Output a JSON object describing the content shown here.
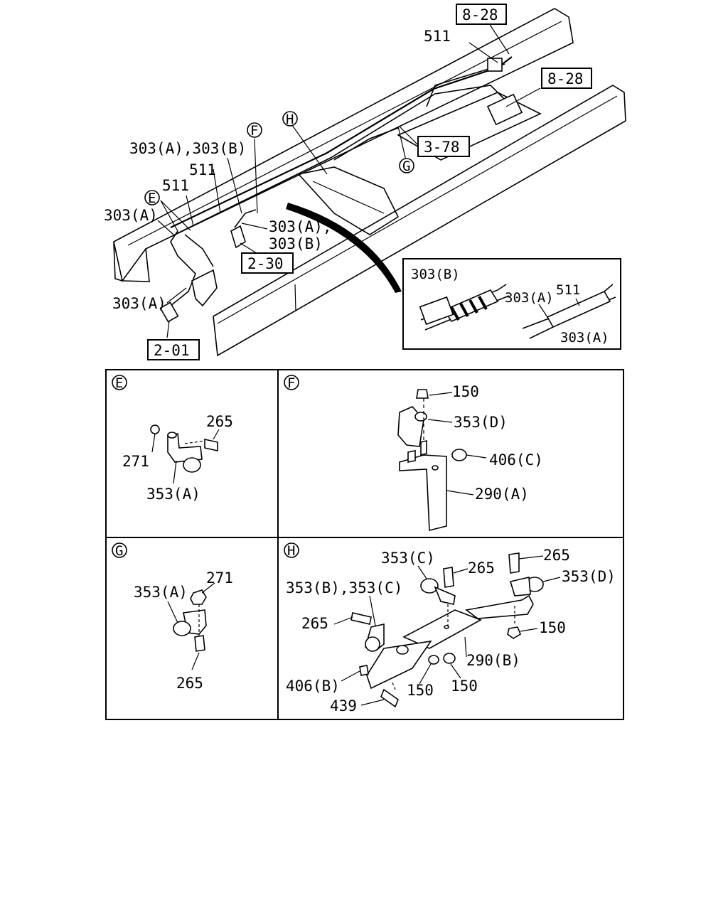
{
  "overview": {
    "ref_8_28_top": "8-28",
    "ref_8_28_right": "8-28",
    "ref_3_78": "3-78",
    "ref_2_30": "2-30",
    "ref_2_01": "2-01",
    "label_511_top": "511",
    "label_511_mid": "511",
    "label_511_left": "511",
    "label_303ab_top": "303(A),303(B)",
    "label_303a_left": "303(A)",
    "label_303a_right": "303(A),",
    "label_303b_right": "303(B)",
    "label_303a_bottom": "303(A)",
    "callout_E": "E",
    "callout_F": "F",
    "callout_G": "G",
    "callout_H": "H"
  },
  "inset": {
    "label_303b": "303(B)",
    "label_511": "511",
    "label_303a_upper": "303(A)",
    "label_303a_lower": "303(A)"
  },
  "panels": {
    "E": {
      "letter": "E",
      "labels": {
        "p265": "265",
        "p271": "271",
        "p353a": "353(A)"
      }
    },
    "F": {
      "letter": "F",
      "labels": {
        "p150": "150",
        "p353d": "353(D)",
        "p406c": "406(C)",
        "p290a": "290(A)"
      }
    },
    "G": {
      "letter": "G",
      "labels": {
        "p271": "271",
        "p353a": "353(A)",
        "p265": "265"
      }
    },
    "H": {
      "letter": "H",
      "labels": {
        "p353c": "353(C)",
        "p265_a": "265",
        "p265_b": "265",
        "p353d": "353(D)",
        "p353bc": "353(B),353(C)",
        "p265_c": "265",
        "p150_a": "150",
        "p290b": "290(B)",
        "p406b": "406(B)",
        "p150_b": "150",
        "p150_c": "150",
        "p439": "439"
      }
    }
  }
}
